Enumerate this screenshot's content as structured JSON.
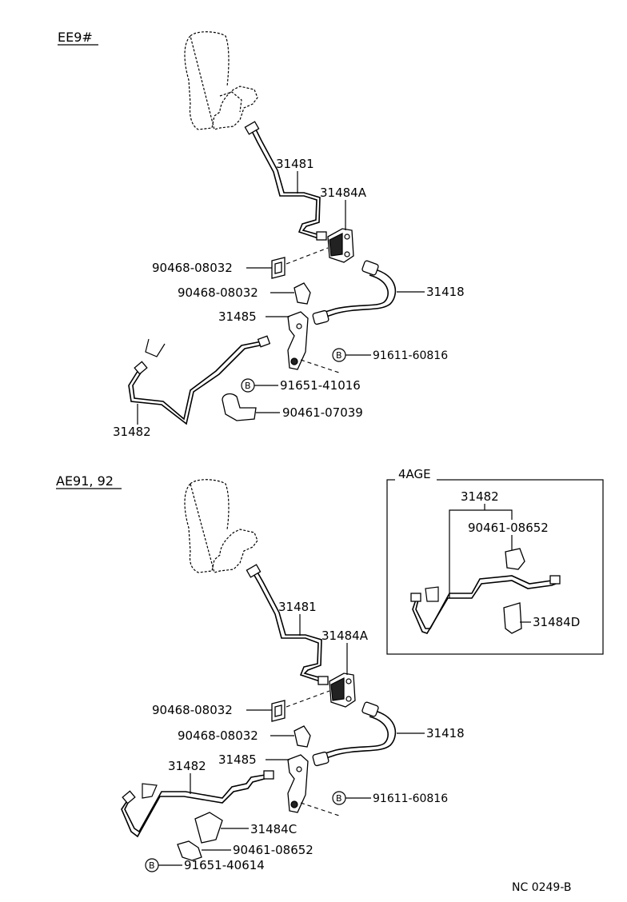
{
  "top_section": {
    "title": "EE9#",
    "labels": {
      "p31481": "31481",
      "p31484a": "31484A",
      "p90468_1": "90468-08032",
      "p90468_2": "90468-08032",
      "p31418": "31418",
      "p31485": "31485",
      "p91611": "91611-60816",
      "p91651": "91651-41016",
      "p90461": "90461-07039",
      "p31482": "31482"
    }
  },
  "bottom_section": {
    "title": "AE91, 92",
    "labels": {
      "p31481": "31481",
      "p31484a": "31484A",
      "p90468_1": "90468-08032",
      "p90468_2": "90468-08032",
      "p31418": "31418",
      "p31482": "31482",
      "p31485": "31485",
      "p91611": "91611-60816",
      "p31484c": "31484C",
      "p90461": "90461-08652",
      "p91651": "91651-40614"
    }
  },
  "inset": {
    "title": "4AGE",
    "labels": {
      "p31482": "31482",
      "p90461": "90461-08652",
      "p31484d": "31484D"
    }
  },
  "bolt_marker": "B",
  "footer_code": "NC 0249-B"
}
